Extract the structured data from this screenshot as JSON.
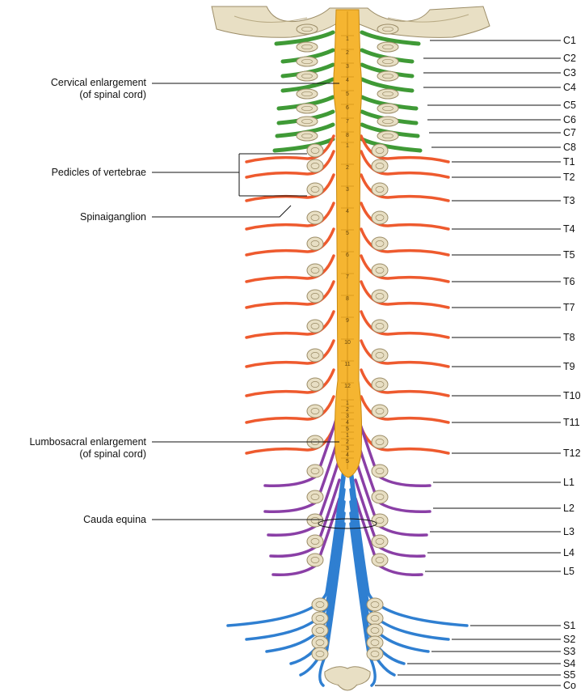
{
  "colors": {
    "cervical": "#3f9a36",
    "thoracic": "#ee5a2e",
    "lumbar": "#8a3fa6",
    "sacral": "#2f7fd1",
    "cord": "#f5b531",
    "bone": "#e8dfc4",
    "bone_edge": "#9c8d68"
  },
  "left_labels": {
    "cervical": [
      "Cervical enlargement",
      "(of spinal cord)"
    ],
    "pedicles": "Pedicles of vertebrae",
    "ganglion": "Spinaiganglion",
    "lumbosacral": [
      "Lumbosacral enlargement",
      "(of spinal cord)"
    ],
    "cauda": "Cauda equina"
  },
  "nerves": {
    "cervical": [
      "C1",
      "C2",
      "C3",
      "C4",
      "C5",
      "C6",
      "C7",
      "C8"
    ],
    "thoracic": [
      "T1",
      "T2",
      "T3",
      "T4",
      "T5",
      "T6",
      "T7",
      "T8",
      "T9",
      "T10",
      "T11",
      "T12"
    ],
    "lumbar": [
      "L1",
      "L2",
      "L3",
      "L4",
      "L5"
    ],
    "sacral": [
      "S1",
      "S2",
      "S3",
      "S4",
      "S5"
    ],
    "coccygeal": [
      "Co"
    ]
  },
  "cord_segments": {
    "cervical": [
      "1",
      "2",
      "3",
      "4",
      "5",
      "6",
      "7",
      "8"
    ],
    "thoracic": [
      "1",
      "2",
      "3",
      "4",
      "5",
      "6",
      "7",
      "8",
      "9",
      "10",
      "11",
      "12"
    ],
    "lumbosacral": [
      "1",
      "2",
      "3",
      "4",
      "5",
      "1",
      "2",
      "3",
      "4",
      "5"
    ]
  }
}
